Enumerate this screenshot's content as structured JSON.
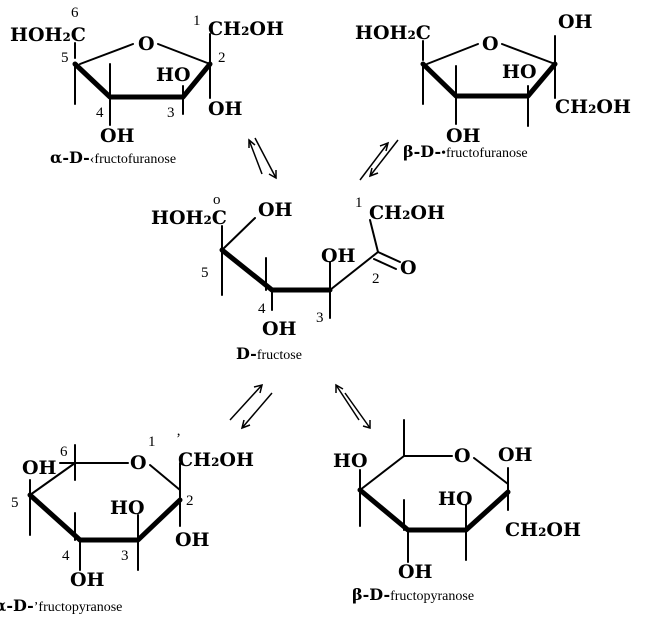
{
  "structures": {
    "alpha_furanose": {
      "groups": [
        "HOH₂C",
        "O",
        "CH₂OH",
        "HO",
        "OH",
        "OH"
      ],
      "numbers": [
        "6",
        "5",
        "1",
        "2",
        "4",
        "3"
      ],
      "caption": {
        "prefix": "α-D-",
        "name": "‹fructofuranose"
      }
    },
    "beta_furanose": {
      "groups": [
        "HOH₂C",
        "O",
        "OH",
        "HO",
        "CH₂OH",
        "OH"
      ],
      "numbers": [],
      "caption": {
        "prefix": "β-D-",
        "name": "•fructofuranose"
      }
    },
    "open_chain": {
      "groups": [
        "HOH₂C",
        "OH",
        "CH₂OH",
        "OH",
        "O",
        "OH"
      ],
      "numbers": [
        "o",
        "1",
        "5",
        "2",
        "4",
        "3"
      ],
      "caption": {
        "prefix": "D-",
        "name": "fructose"
      }
    },
    "alpha_pyranose": {
      "groups": [
        "OH",
        "O",
        "CH₂OH",
        "HO",
        "OH",
        "OH"
      ],
      "numbers": [
        "6",
        "1",
        "’",
        "5",
        "2",
        "4",
        "3"
      ],
      "caption": {
        "prefix": "α-D-",
        "name": "’fructopyranose"
      }
    },
    "beta_pyranose": {
      "groups": [
        "HO",
        "O",
        "OH",
        "HO",
        "CH₂OH",
        "OH"
      ],
      "numbers": [],
      "caption": {
        "prefix": "β-D-",
        "name": "fructopyranose"
      }
    }
  }
}
